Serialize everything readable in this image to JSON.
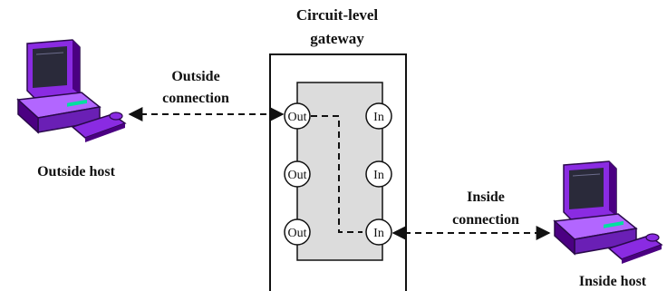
{
  "gateway": {
    "title_line1": "Circuit-level",
    "title_line2": "gateway",
    "out_ports": [
      "Out",
      "Out",
      "Out"
    ],
    "in_ports": [
      "In",
      "In",
      "In"
    ]
  },
  "outside": {
    "host_label": "Outside host",
    "connection_line1": "Outside",
    "connection_line2": "connection"
  },
  "inside": {
    "host_label": "Inside host",
    "connection_line1": "Inside",
    "connection_line2": "connection"
  },
  "colors": {
    "gateway_fill": "#dcdcdc",
    "computer_purple": "#8a2be2",
    "computer_dark": "#4b0082",
    "computer_light": "#b266ff",
    "screen": "#2a2a3a"
  }
}
